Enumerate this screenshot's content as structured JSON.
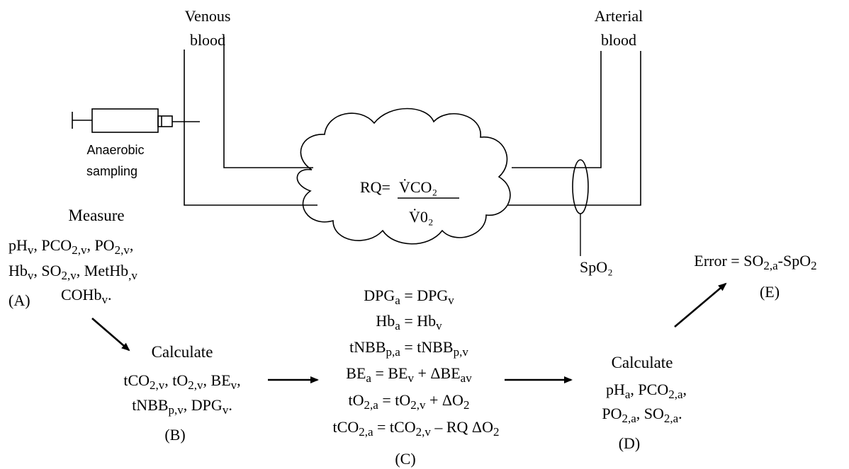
{
  "top": {
    "venous": [
      "Venous",
      "blood"
    ],
    "arterial": [
      "Arterial",
      "blood"
    ]
  },
  "sampling": {
    "lines": [
      "Anaerobic",
      "sampling"
    ]
  },
  "cloud": {
    "rq_prefix": "RQ=",
    "numerator": "V̇CO₂",
    "denominator": "V̇0₂"
  },
  "spo2_label": "SpO₂",
  "blockA": {
    "heading": "Measure",
    "lines": [
      [
        [
          "pH",
          ""
        ],
        [
          "v",
          "s"
        ],
        [
          ",  PCO",
          ""
        ],
        [
          "2,v",
          "s"
        ],
        [
          ", PO",
          ""
        ],
        [
          "2,v",
          "s"
        ],
        [
          ",",
          ""
        ]
      ],
      [
        [
          "Hb",
          ""
        ],
        [
          "v",
          "s"
        ],
        [
          ", SO",
          ""
        ],
        [
          "2,v",
          "s"
        ],
        [
          ", MetHb",
          ""
        ],
        [
          ",v",
          "s"
        ]
      ],
      [
        [
          "COHb",
          ""
        ],
        [
          "v",
          "s"
        ],
        [
          ".",
          ""
        ]
      ]
    ],
    "tag": "(A)"
  },
  "blockB": {
    "heading": "Calculate",
    "lines": [
      [
        [
          "tCO",
          ""
        ],
        [
          "2,v",
          "s"
        ],
        [
          ", tO",
          ""
        ],
        [
          "2,v",
          "s"
        ],
        [
          ", BE",
          ""
        ],
        [
          "v",
          "s"
        ],
        [
          ",",
          ""
        ]
      ],
      [
        [
          "tNBB",
          ""
        ],
        [
          "p,v",
          "s"
        ],
        [
          ", DPG",
          ""
        ],
        [
          "v",
          "s"
        ],
        [
          ".",
          ""
        ]
      ]
    ],
    "tag": "(B)"
  },
  "blockC": {
    "lines": [
      [
        [
          "DPG",
          ""
        ],
        [
          "a",
          "s"
        ],
        [
          " = DPG",
          ""
        ],
        [
          "v",
          "s"
        ]
      ],
      [
        [
          "Hb",
          ""
        ],
        [
          "a",
          "s"
        ],
        [
          " = Hb",
          ""
        ],
        [
          "v",
          "s"
        ]
      ],
      [
        [
          "tNBB",
          ""
        ],
        [
          "p,a",
          "s"
        ],
        [
          " = tNBB",
          ""
        ],
        [
          "p,v",
          "s"
        ]
      ],
      [
        [
          "BE",
          ""
        ],
        [
          "a",
          "s"
        ],
        [
          " = BE",
          ""
        ],
        [
          "v",
          "s"
        ],
        [
          " + ΔBE",
          ""
        ],
        [
          "av",
          "s"
        ]
      ],
      [
        [
          "tO",
          ""
        ],
        [
          "2,a",
          "s"
        ],
        [
          " = tO",
          ""
        ],
        [
          "2,v",
          "s"
        ],
        [
          " + ΔO",
          ""
        ],
        [
          "2",
          "s"
        ]
      ],
      [
        [
          "tCO",
          ""
        ],
        [
          "2,a",
          "s"
        ],
        [
          " = tCO",
          ""
        ],
        [
          "2,v",
          "s"
        ],
        [
          " – RQ ΔO",
          ""
        ],
        [
          "2",
          "s"
        ]
      ]
    ],
    "tag": "(C)"
  },
  "blockD": {
    "heading": "Calculate",
    "lines": [
      [
        [
          "pH",
          ""
        ],
        [
          "a",
          "s"
        ],
        [
          ", PCO",
          ""
        ],
        [
          "2,a",
          "s"
        ],
        [
          ",",
          ""
        ]
      ],
      [
        [
          "PO",
          ""
        ],
        [
          "2,a",
          "s"
        ],
        [
          ", SO",
          ""
        ],
        [
          "2,a",
          "s"
        ],
        [
          ".",
          ""
        ]
      ]
    ],
    "tag": "(D)"
  },
  "blockE": {
    "line": [
      [
        "Error = SO",
        ""
      ],
      [
        "2,a",
        "s"
      ],
      [
        "-SpO",
        ""
      ],
      [
        "2",
        "s"
      ]
    ],
    "tag": "(E)"
  }
}
